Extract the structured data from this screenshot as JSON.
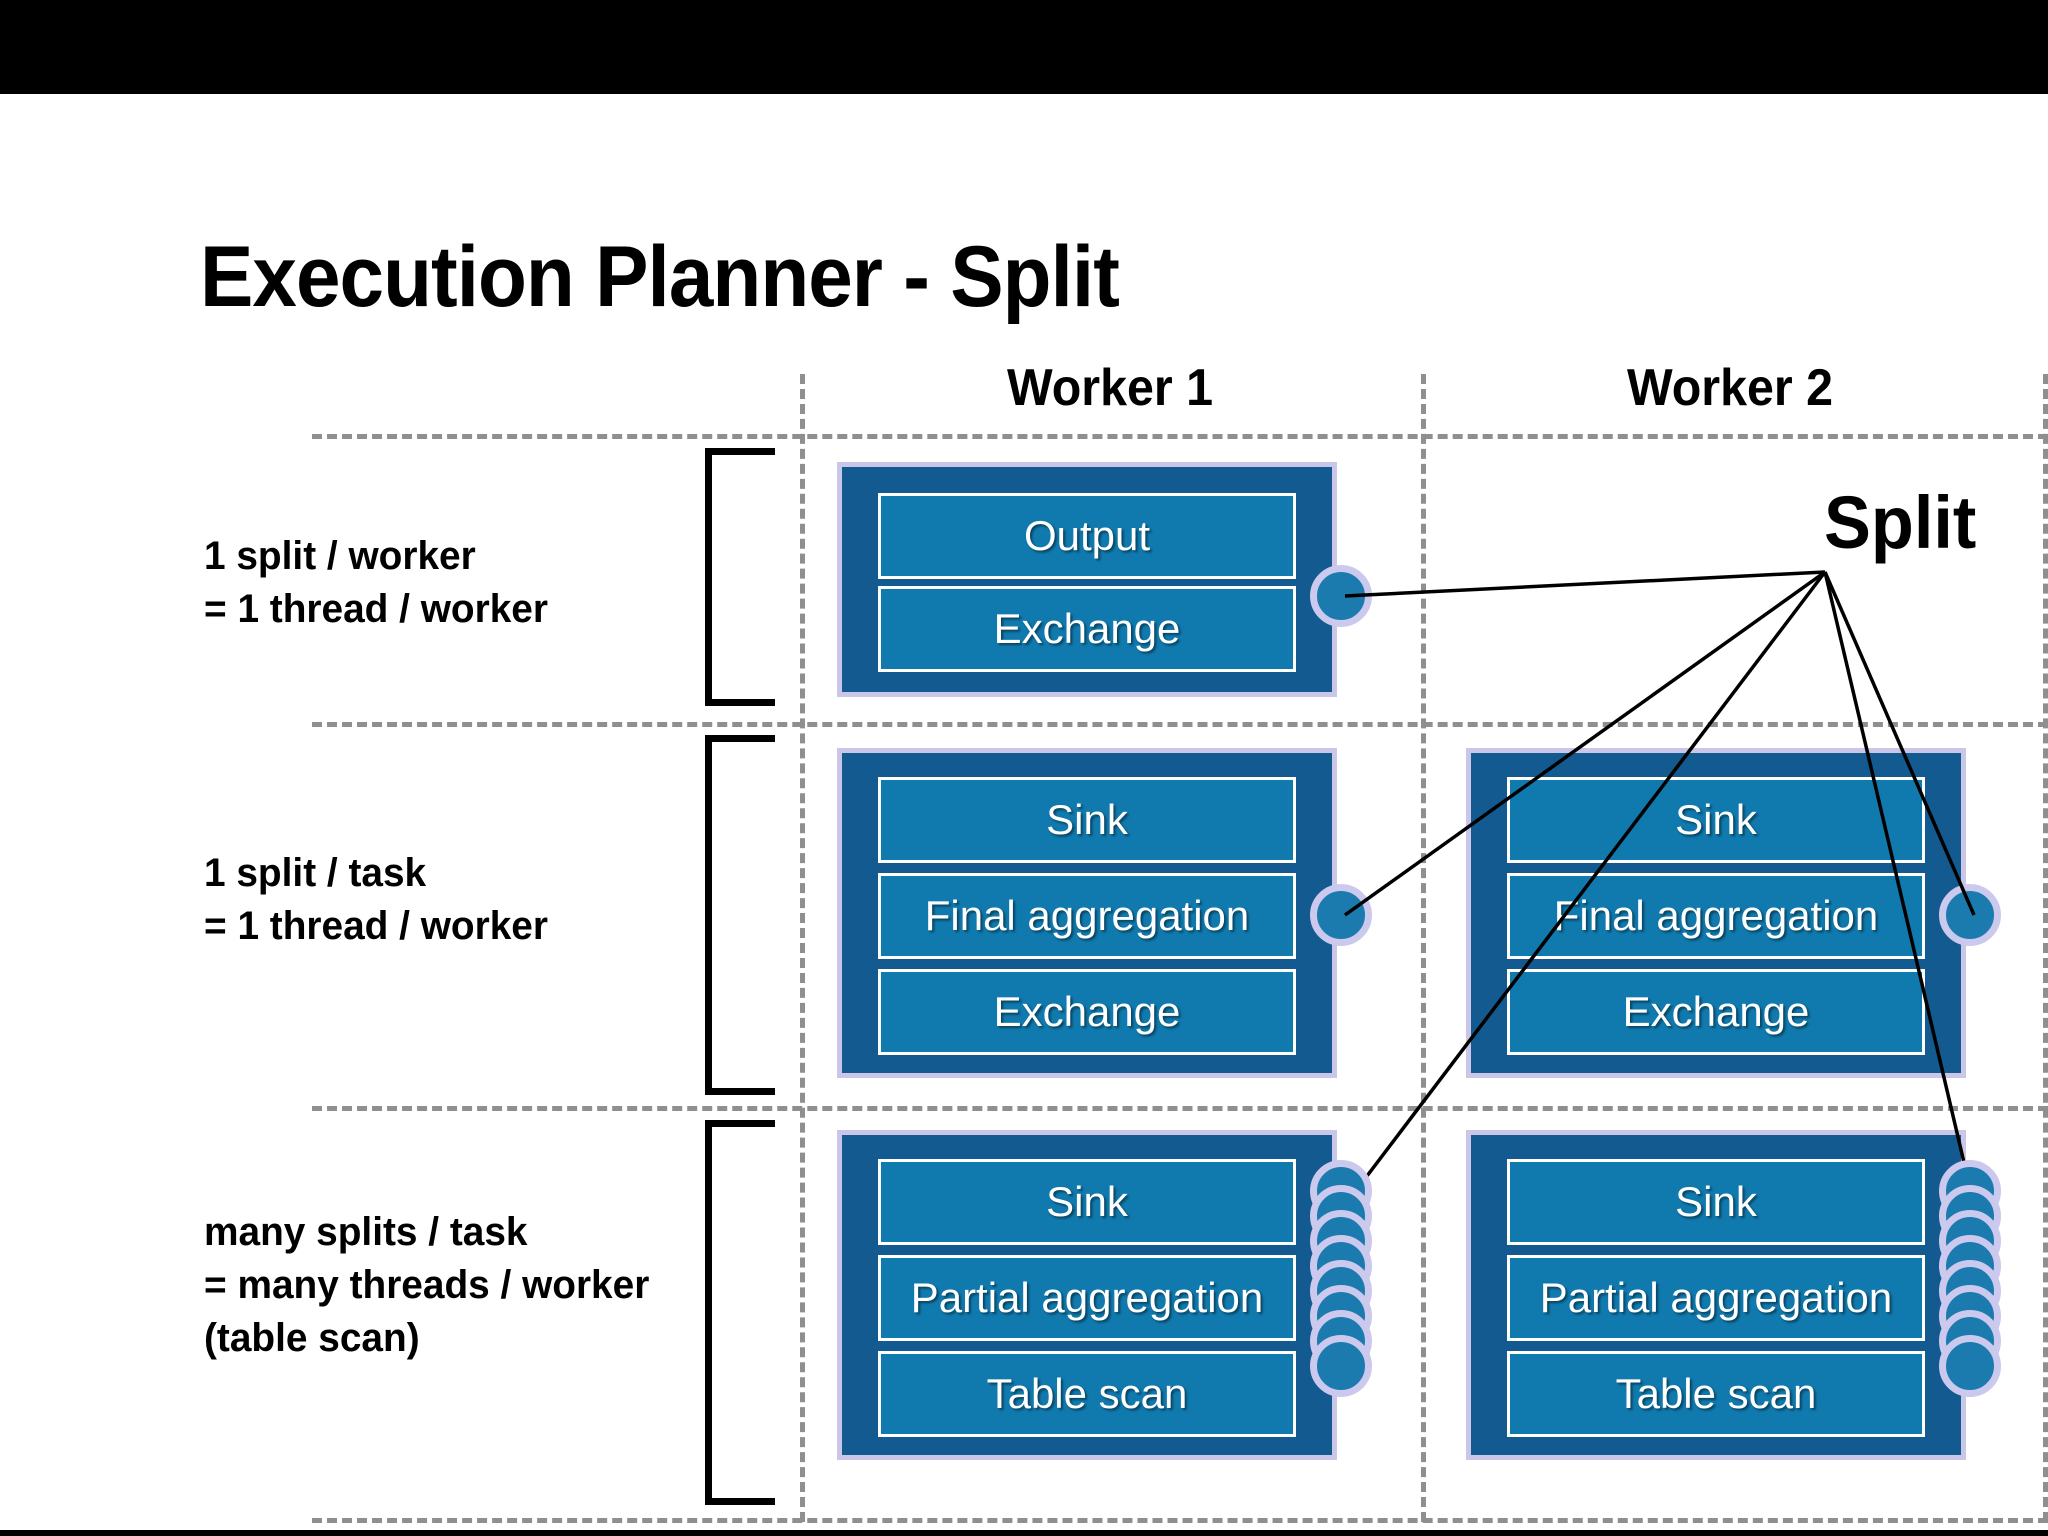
{
  "slide": {
    "title": "Execution Planner - Split",
    "callout_label": "Split"
  },
  "columns": [
    {
      "id": "worker1",
      "header": "Worker 1"
    },
    {
      "id": "worker2",
      "header": "Worker 2"
    }
  ],
  "row_labels": [
    {
      "id": "row1",
      "lines": [
        "1 split / worker",
        "= 1 thread / worker"
      ]
    },
    {
      "id": "row2",
      "lines": [
        "1 split / task",
        "= 1 thread / worker"
      ]
    },
    {
      "id": "row3",
      "lines": [
        "many splits / task",
        "= many threads / worker",
        "(table scan)"
      ]
    }
  ],
  "stages": {
    "w1r1": {
      "worker": "Worker 1",
      "operators": [
        "Output",
        "Exchange"
      ],
      "split_count": 1
    },
    "w1r2": {
      "worker": "Worker 1",
      "operators": [
        "Sink",
        "Final aggregation",
        "Exchange"
      ],
      "split_count": 1
    },
    "w2r2": {
      "worker": "Worker 2",
      "operators": [
        "Sink",
        "Final aggregation",
        "Exchange"
      ],
      "split_count": 1
    },
    "w1r3": {
      "worker": "Worker 1",
      "operators": [
        "Sink",
        "Partial aggregation",
        "Table scan"
      ],
      "split_count": 8
    },
    "w2r3": {
      "worker": "Worker 2",
      "operators": [
        "Sink",
        "Partial aggregation",
        "Table scan"
      ],
      "split_count": 8
    }
  },
  "colors": {
    "stage_outer": "#125A8F",
    "stage_inner": "#1079AD",
    "stage_halo": "#c9c6e8",
    "split_dot_fill": "#1B7BAE",
    "split_dot_ring": "#ccc9ee",
    "grid_dash": "#8f8f8f",
    "text_dark": "#000000",
    "text_light": "#ffffff",
    "letterbox": "#000000",
    "background": "#ffffff"
  }
}
